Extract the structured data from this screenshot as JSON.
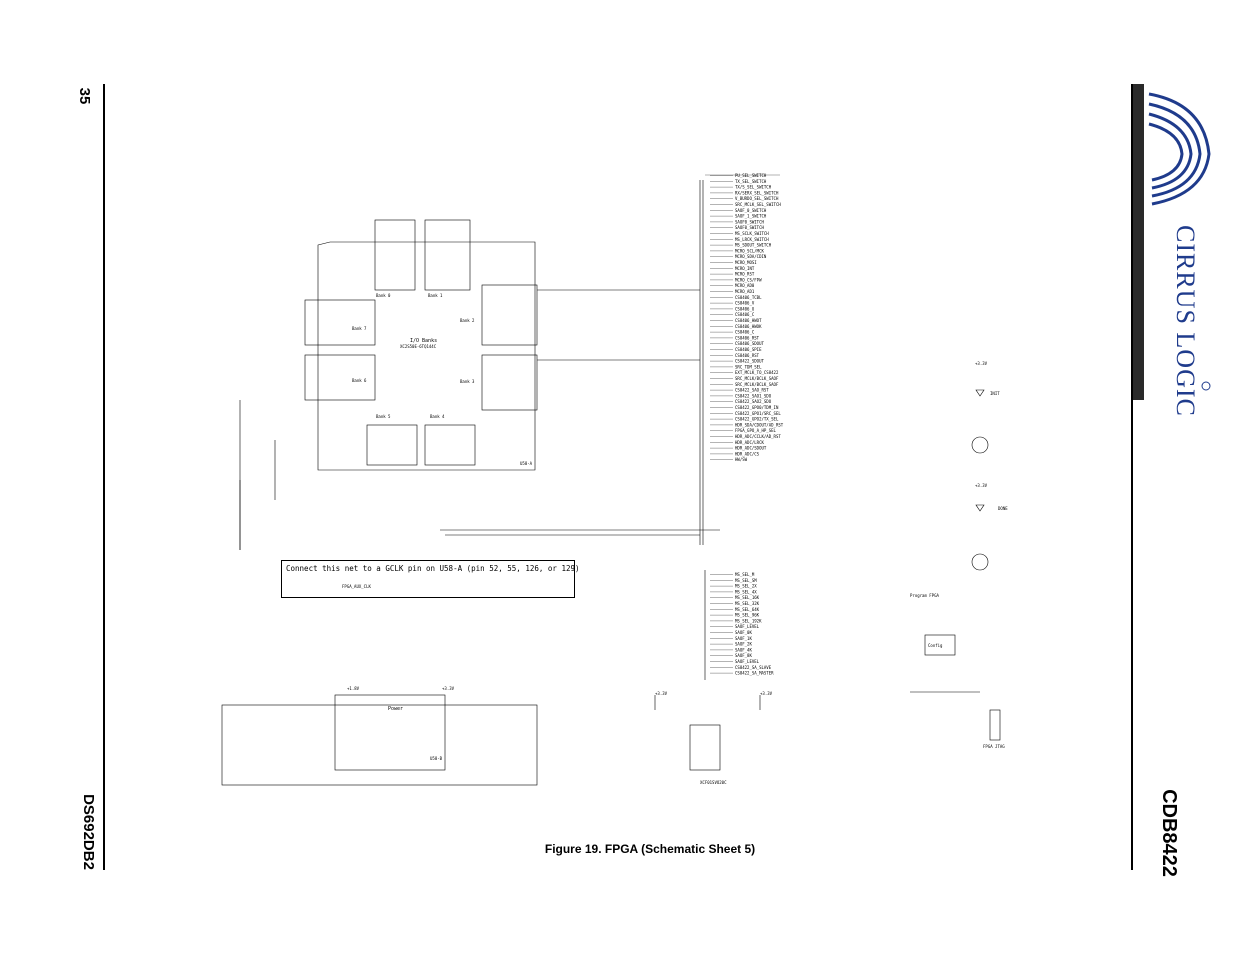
{
  "page": {
    "page_number": "35",
    "doc_id": "DS692DB2",
    "product_name": "CDB8422",
    "logo_text": "CIRRUS LOGIC",
    "figure_caption": "Figure 19.  FPGA (Schematic Sheet 5)"
  },
  "schematic": {
    "note": "Connect this net to a GCLK pin on U58-A (pin 52, 55, 126, or 129)",
    "note_net": "FPGA_AUX_CLK",
    "fpga_block_label": "I/O Banks",
    "fpga_part": "XC2S50E-6TQ144C",
    "ref_u58a": "U58-A",
    "ref_u58b": "U58-B",
    "power_label": "Power",
    "bank_labels": [
      "Bank 0",
      "Bank 1",
      "Bank 2",
      "Bank 3",
      "Bank 4",
      "Bank 5",
      "Bank 6",
      "Bank 7"
    ],
    "program_label": "Program FPGA",
    "config_label": "Config",
    "jtag_label": "FPGA JTAG",
    "done_label": "DONE",
    "init_label": "INIT",
    "rails": [
      "+1.8V",
      "+3.3V",
      "+3.3V",
      "+3.3V",
      "+3.3V",
      "+3.3V"
    ],
    "prom_part": "XCF01SVO20C",
    "right_nets": [
      "PU_SEL_SWITCH",
      "TX_SEL_SWITCH",
      "TX/S_SEL_SWITCH",
      "RX/SERX_SEL_SWITCH",
      "V_BURDO_SEL_SWITCH",
      "SRC_MCLK_SEL_SWITCH",
      "SAOF_0_SWITCH",
      "SAOF_1_SWITCH",
      "SAOF0_SWITCH",
      "SAOF0_SWITCH",
      "MS_SCLK_SWITCH",
      "MS_LRCK_SWITCH",
      "MS_SDOUT_SWITCH",
      "MCRO_SCL/MCK",
      "MCRO_SDA/CDIN",
      "MCRO_MOSI",
      "MCRO_INT",
      "MCRO_RST",
      "MCRO_CS/FPW",
      "MCRO_AD0",
      "MCRO_AD1",
      "CS8406_TCBL",
      "CS8406_V",
      "CS8406_U",
      "CS8406_C",
      "CS8406_HWOT",
      "CS8406_HWOK",
      "CS8406_C",
      "CS8406_RST",
      "CS8406_SDOUT",
      "CS8406_SPIE",
      "CS8406_RST",
      "CS8422_SDOUT",
      "SRC_TDM_SEL",
      "EXT_MCLK_TO_CS8422",
      "SRC_MCLK/BCLK_SAOF",
      "SRC_MCLK/BCLK_SAOF",
      "CS8422_SAO_RST",
      "CS8422_SAO1_SDO",
      "CS8422_SAO2_SDO",
      "CS8422_GPO0/TDM_IN",
      "CS8422_GPO1/SRC_SEL",
      "CS8422_GPO2/TX_SEL",
      "HDR_SDA/CDOUT/AD_RST",
      "FPGA_GPO_A_HP_SEL",
      "HDR_ADC/CCLK/AD_RST",
      "HDR_ADC/LRCK",
      "HDR_ADC/SDOUT",
      "HDR_ADC/CS",
      "HW/SW"
    ],
    "lower_nets": [
      "MS_SEL_M",
      "MS_SEL_SM",
      "MS_SEL_2X",
      "MS_SEL_4X",
      "MS_SEL_16K",
      "MS_SEL_32K",
      "MS_SEL_64K",
      "MS_SEL_96K",
      "MS_SEL_192K",
      "SAOF_LEVEL",
      "SAOF_0K",
      "SAOF_1K",
      "SAOF_2K",
      "SAOF_4K",
      "SAOF_8K",
      "SAOF_LEVEL",
      "CS8422_SA_SLAVE",
      "CS8422_SA_MASTER"
    ]
  }
}
